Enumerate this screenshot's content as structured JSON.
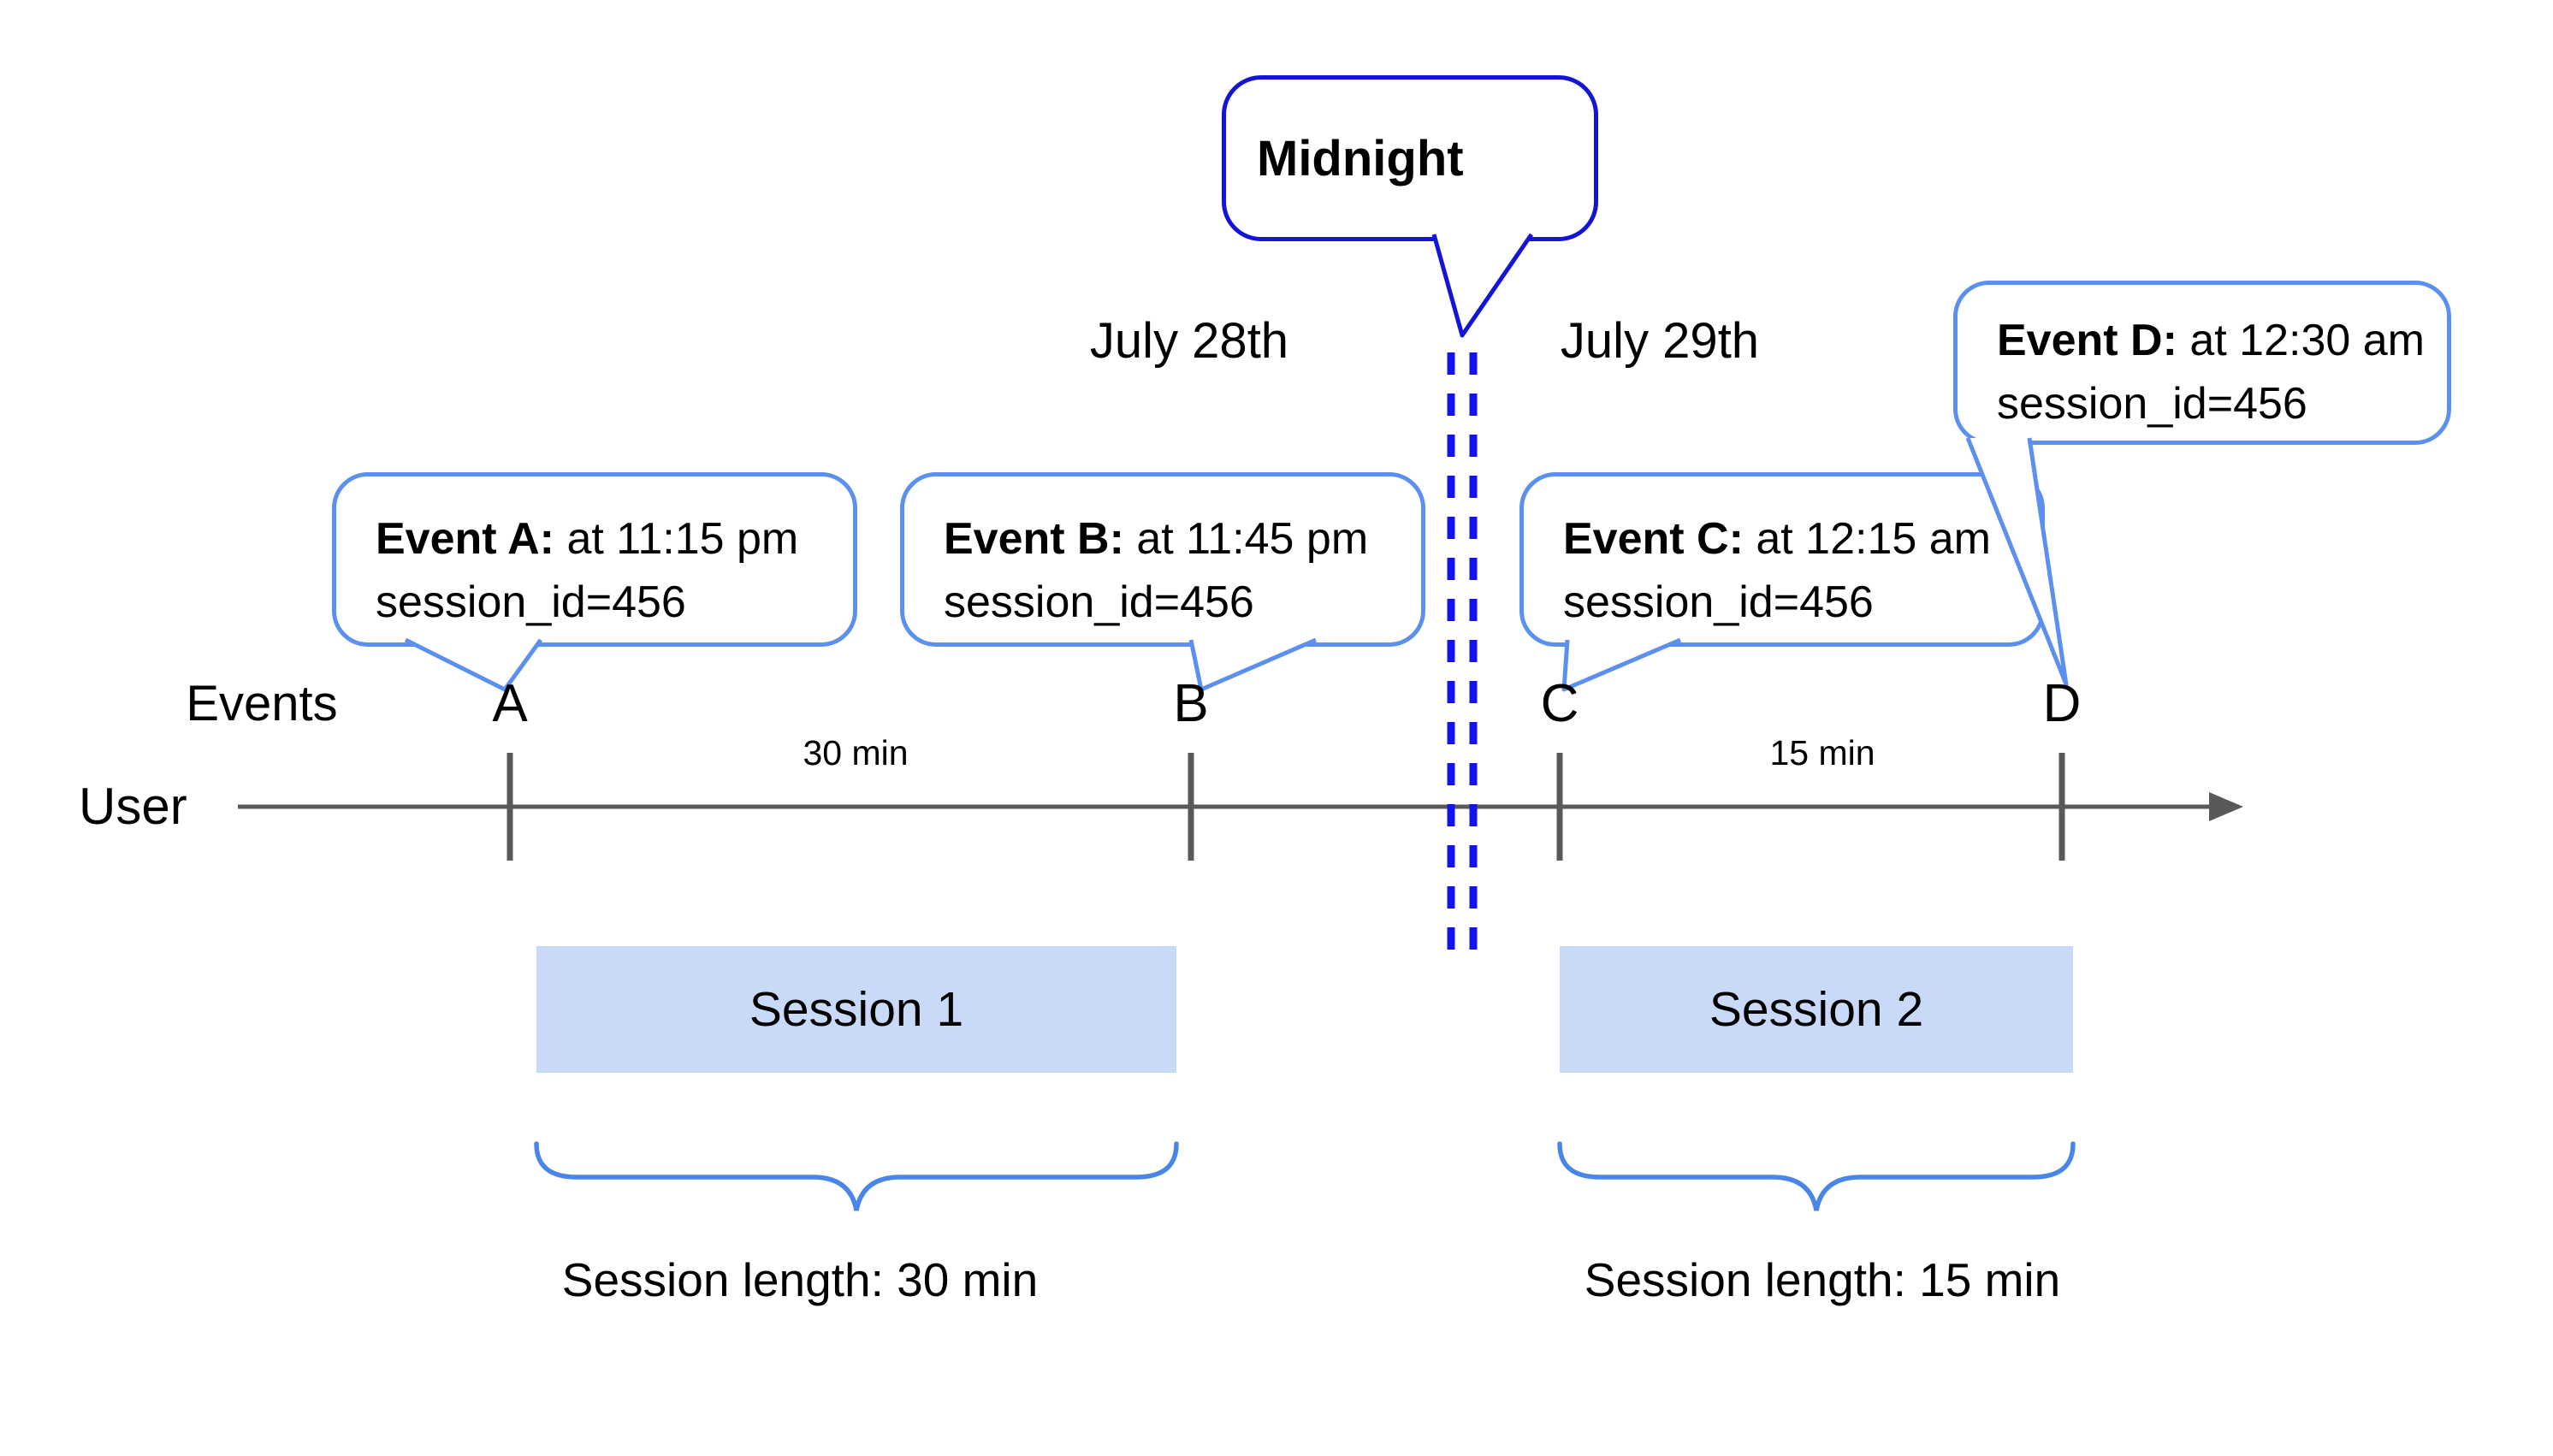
{
  "diagram": {
    "dates": {
      "left": "July 28th",
      "right": "July 29th"
    },
    "midnight_callout": {
      "label": "Midnight"
    },
    "axis": {
      "events_label": "Events",
      "user_label": "User"
    },
    "event_markers": [
      "A",
      "B",
      "C",
      "D"
    ],
    "intervals": {
      "ab": "30 min",
      "cd": "15 min"
    },
    "event_callouts": [
      {
        "name": "Event A:",
        "time": " at 11:15 pm",
        "detail": "session_id=456"
      },
      {
        "name": "Event B:",
        "time": " at 11:45 pm",
        "detail": "session_id=456"
      },
      {
        "name": "Event C:",
        "time": " at 12:15 am",
        "detail": "session_id=456"
      },
      {
        "name": "Event D:",
        "time": " at 12:30 am",
        "detail": "session_id=456"
      }
    ],
    "sessions": [
      {
        "label": "Session 1",
        "length_label": "Session length: 30 min"
      },
      {
        "label": "Session 2",
        "length_label": "Session length: 15 min"
      }
    ],
    "colors": {
      "event_bubble_border": "#5b8ff0",
      "midnight_bubble_border": "#1414d9",
      "midnight_divider_blue": "#1412ee",
      "timeline_gray": "#595959",
      "session_fill": "#c9daf8",
      "brace_blue": "#4a86e8",
      "text": "#000000"
    }
  }
}
